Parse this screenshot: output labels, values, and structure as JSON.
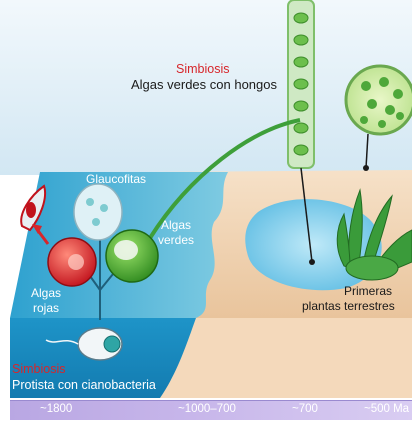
{
  "labels": {
    "symbiosis_top_title": "Simbiosis",
    "symbiosis_top_text": "Algas verdes con hongos",
    "glaucophytes": "Glaucofitas",
    "green_algae_line1": "Algas",
    "green_algae_line2": "verdes",
    "red_algae_line1": "Algas",
    "red_algae_line2": "rojas",
    "first_plants_line1": "Primeras",
    "first_plants_line2": "plantas terrestres",
    "symbiosis_bottom_title": "Simbiosis",
    "symbiosis_bottom_text": "Protista con cianobacteria"
  },
  "timeline": {
    "ticks": [
      "~1800",
      "~1000–700",
      "~700",
      "~500 Ma"
    ]
  },
  "colors": {
    "sky": "#dcecf5",
    "sea": "#4fb6d6",
    "sea_deep": "#1f8bbd",
    "sand": "#f2d3b2",
    "lake": "#8fd3ee",
    "plant_green": "#3a9b3a",
    "red_accent": "#d7262b",
    "timeline": "#c2b0e8"
  }
}
